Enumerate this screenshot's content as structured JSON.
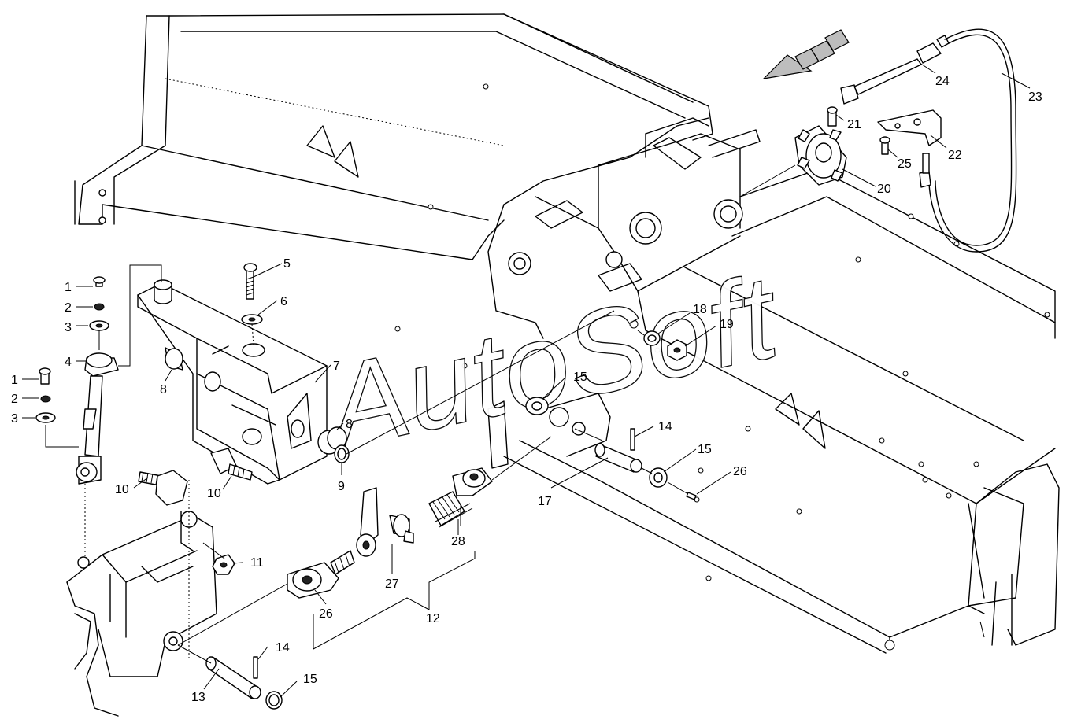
{
  "watermark": "AutoSoft",
  "callouts": [
    {
      "id": "c1a",
      "text": "1"
    },
    {
      "id": "c2a",
      "text": "2"
    },
    {
      "id": "c3a",
      "text": "3"
    },
    {
      "id": "c4",
      "text": "4"
    },
    {
      "id": "c1b",
      "text": "1"
    },
    {
      "id": "c2b",
      "text": "2"
    },
    {
      "id": "c3b",
      "text": "3"
    },
    {
      "id": "c5",
      "text": "5"
    },
    {
      "id": "c6",
      "text": "6"
    },
    {
      "id": "c7",
      "text": "7"
    },
    {
      "id": "c8a",
      "text": "8"
    },
    {
      "id": "c8b",
      "text": "8"
    },
    {
      "id": "c9",
      "text": "9"
    },
    {
      "id": "c10a",
      "text": "10"
    },
    {
      "id": "c10b",
      "text": "10"
    },
    {
      "id": "c11",
      "text": "11"
    },
    {
      "id": "c12",
      "text": "12"
    },
    {
      "id": "c13",
      "text": "13"
    },
    {
      "id": "c14a",
      "text": "14"
    },
    {
      "id": "c14b",
      "text": "14"
    },
    {
      "id": "c15a",
      "text": "15"
    },
    {
      "id": "c15b",
      "text": "15"
    },
    {
      "id": "c15c",
      "text": "15"
    },
    {
      "id": "c17",
      "text": "17"
    },
    {
      "id": "c18",
      "text": "18"
    },
    {
      "id": "c19",
      "text": "19"
    },
    {
      "id": "c20",
      "text": "20"
    },
    {
      "id": "c21",
      "text": "21"
    },
    {
      "id": "c22",
      "text": "22"
    },
    {
      "id": "c23",
      "text": "23"
    },
    {
      "id": "c24",
      "text": "24"
    },
    {
      "id": "c25",
      "text": "25"
    },
    {
      "id": "c26a",
      "text": "26"
    },
    {
      "id": "c26b",
      "text": "26"
    },
    {
      "id": "c27",
      "text": "27"
    },
    {
      "id": "c28",
      "text": "28"
    }
  ]
}
